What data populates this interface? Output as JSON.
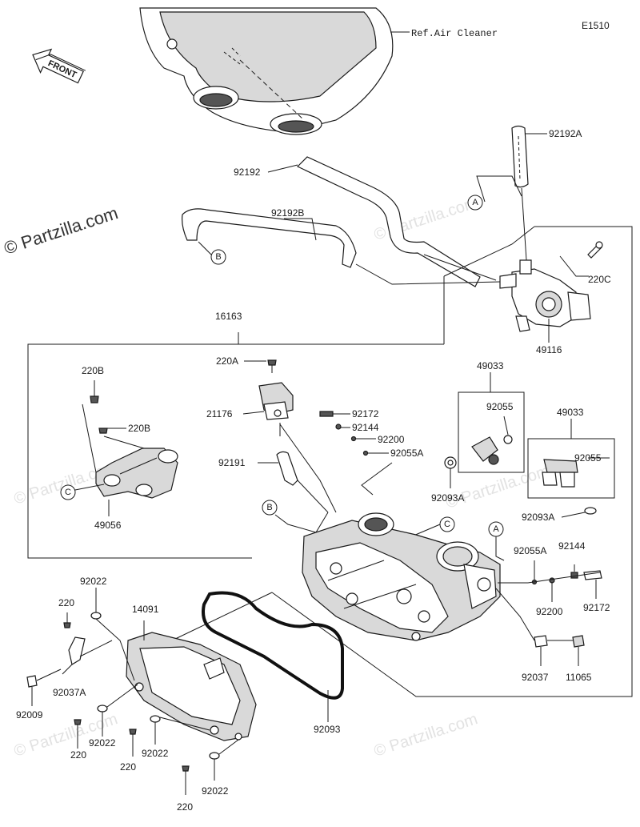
{
  "diagram_code": "E1510",
  "front_label": "FRONT",
  "watermark": "© Partzilla.com",
  "reference": "Ref.Air Cleaner",
  "callouts": [
    "A",
    "B",
    "C"
  ],
  "parts": {
    "p92192A": "92192A",
    "p92192": "92192",
    "p92192B": "92192B",
    "p220C": "220C",
    "p49116": "49116",
    "p16163": "16163",
    "p220A": "220A",
    "p21176": "21176",
    "p92172a": "92172",
    "p92144a": "92144",
    "p92200a": "92200",
    "p92055Aa": "92055A",
    "p92191": "92191",
    "p220B1": "220B",
    "p220B2": "220B",
    "p49056": "49056",
    "p49033a": "49033",
    "p92055a": "92055",
    "p92093Aa": "92093A",
    "p49033b": "49033",
    "p92055b": "92055",
    "p92093Ab": "92093A",
    "p92055Ab": "92055A",
    "p92144b": "92144",
    "p92200b": "92200",
    "p92172b": "92172",
    "p92037": "92037",
    "p11065": "11065",
    "p92022a": "92022",
    "p220a": "220",
    "p14091": "14091",
    "p92009": "92009",
    "p92037A": "92037A",
    "p220b": "220",
    "p92022b": "92022",
    "p220c": "220",
    "p92022c": "92022",
    "p92022d": "92022",
    "p220d": "220",
    "p92093": "92093"
  }
}
